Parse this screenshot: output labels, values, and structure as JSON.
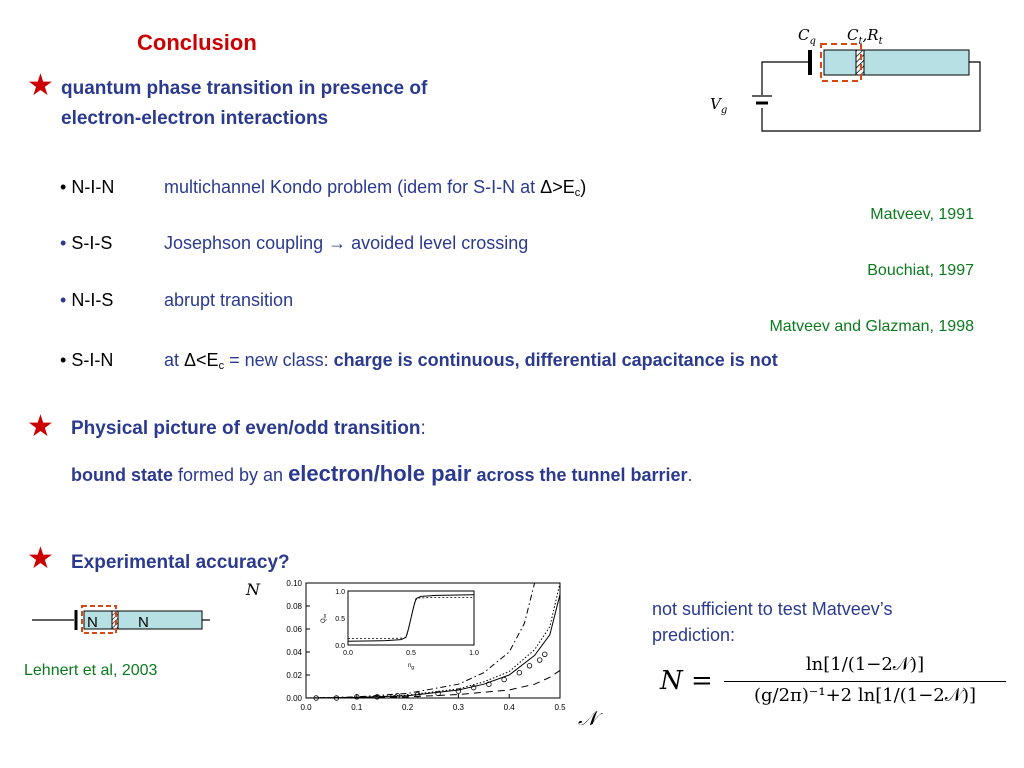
{
  "title": "Conclusion",
  "section1": {
    "star": "★",
    "line1": "quantum phase transition in presence of",
    "line2": "electron-electron interactions"
  },
  "rows": [
    {
      "bullet": "•",
      "label": "N-I-N",
      "desc_a": "multichannel Kondo problem (idem for S-I-N at ",
      "desc_delta": "Δ>E",
      "desc_sub": "c",
      "desc_b": ")",
      "ref": "Matveev, 1991"
    },
    {
      "bullet": "•",
      "label": "S-I-S",
      "desc": "Josephson coupling → avoided level crossing",
      "ref": "Bouchiat, 1997"
    },
    {
      "bullet": "•",
      "label": "N-I-S",
      "desc": "abrupt transition",
      "ref": "Matveev and Glazman, 1998"
    },
    {
      "bullet": "•",
      "label": "S-I-N",
      "desc_a": "at ",
      "desc_delta": "Δ<E",
      "desc_sub": "c",
      "desc_b": " = new class: ",
      "desc_bold": "charge is continuous, differential capacitance is not"
    }
  ],
  "section2": {
    "star": "★",
    "heading": "Physical picture of even/odd transition",
    "colon": ":",
    "l_bold1": "bound state",
    "l_mid": " formed by an ",
    "l_big": "electron/hole pair",
    "l_bold2": " across the tunnel barrier",
    "l_end": "."
  },
  "section3": {
    "star": "★",
    "heading": "Experimental accuracy?"
  },
  "circuit_top": {
    "cq": "C",
    "cq_sub": "q",
    "ct": "C",
    "ct_sub": "t",
    "rt": "R",
    "rt_sub": "t",
    "vg": "V",
    "vg_sub": "g"
  },
  "circuit_small": {
    "n1": "N",
    "n2": "N"
  },
  "lehnert": "Lehnert et al, 2003",
  "note": {
    "line1": "not sufficient to test Matveev’s",
    "line2": "prediction:"
  },
  "equation": {
    "lhs": "N =",
    "num": "ln[1/(1−2𝒩)]",
    "den": "(g/2π)⁻¹+2 ln[1/(1−2𝒩)]"
  },
  "chart_data": {
    "type": "line",
    "ylabel": "N",
    "xlabel": "𝒩",
    "xlim": [
      0.0,
      0.5
    ],
    "ylim": [
      0.0,
      0.1
    ],
    "xticks": [
      "0.0",
      "0.1",
      "0.2",
      "0.3",
      "0.4",
      "0.5"
    ],
    "yticks": [
      "0.00",
      "0.02",
      "0.04",
      "0.06",
      "0.08",
      "0.10"
    ],
    "series": [
      {
        "style": "solid",
        "x": [
          0,
          0.1,
          0.2,
          0.3,
          0.35,
          0.4,
          0.45,
          0.48,
          0.5
        ],
        "y": [
          0,
          0.0005,
          0.002,
          0.007,
          0.012,
          0.02,
          0.037,
          0.055,
          0.09
        ]
      },
      {
        "style": "dotted",
        "x": [
          0,
          0.1,
          0.2,
          0.3,
          0.35,
          0.4,
          0.45,
          0.48,
          0.5
        ],
        "y": [
          0,
          0.0007,
          0.0025,
          0.008,
          0.014,
          0.023,
          0.042,
          0.062,
          0.1
        ]
      },
      {
        "style": "dashdot",
        "x": [
          0,
          0.1,
          0.2,
          0.3,
          0.35,
          0.4,
          0.43,
          0.45
        ],
        "y": [
          0,
          0.001,
          0.004,
          0.012,
          0.022,
          0.04,
          0.065,
          0.1
        ]
      },
      {
        "style": "dashed",
        "x": [
          0,
          0.1,
          0.2,
          0.3,
          0.4,
          0.45,
          0.48,
          0.5
        ],
        "y": [
          0,
          0.0002,
          0.001,
          0.003,
          0.007,
          0.012,
          0.018,
          0.024
        ]
      }
    ],
    "points": {
      "x": [
        0.02,
        0.06,
        0.1,
        0.14,
        0.18,
        0.22,
        0.26,
        0.3,
        0.33,
        0.36,
        0.39,
        0.42,
        0.44,
        0.46,
        0.47
      ],
      "y": [
        0,
        0,
        0.001,
        0.001,
        0.002,
        0.003,
        0.004,
        0.006,
        0.009,
        0.012,
        0.016,
        0.022,
        0.028,
        0.033,
        0.038
      ]
    },
    "inset": {
      "xlim": [
        0.0,
        1.0
      ],
      "ylim": [
        0.0,
        1.0
      ],
      "xticks": [
        "0.0",
        "0.5",
        "1.0"
      ],
      "yticks": [
        "0.0",
        "0.5",
        "1.0"
      ],
      "xlabel": "n",
      "xlabel_sub": "g",
      "ylabel": "Q",
      "ylabel_sub": "tot",
      "solid": {
        "x": [
          0,
          0.3,
          0.42,
          0.46,
          0.48,
          0.5,
          0.52,
          0.54,
          0.58,
          0.7,
          1.0
        ],
        "y": [
          0.07,
          0.08,
          0.1,
          0.14,
          0.3,
          0.5,
          0.7,
          0.86,
          0.9,
          0.92,
          0.93
        ]
      },
      "dashed": {
        "x": [
          0,
          0.3,
          0.45,
          0.47,
          0.5,
          0.53,
          0.55,
          0.7,
          1.0
        ],
        "y": [
          0.12,
          0.12,
          0.13,
          0.2,
          0.5,
          0.8,
          0.87,
          0.88,
          0.88
        ]
      }
    }
  }
}
